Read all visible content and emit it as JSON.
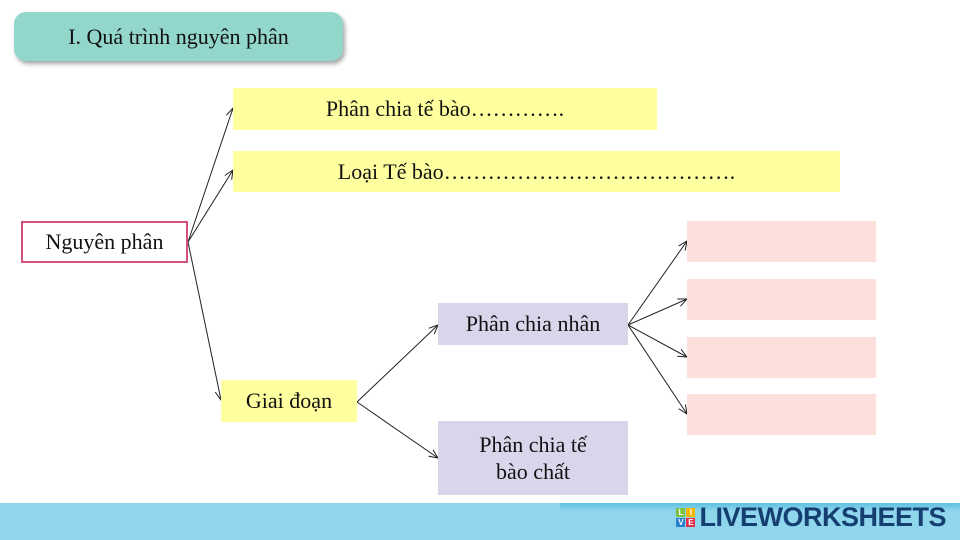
{
  "title": "I. Quá trình nguyên phân",
  "nodes": {
    "root": "Nguyên phân",
    "cell_division": "Phân chia tế bào………….",
    "cell_type": "Loại Tế bào………………………………….",
    "stage": "Giai đoạn",
    "nuclear_division": "Phân chia nhân",
    "cytoplasm_division": "Phân chia tế bào chất",
    "answer_boxes": [
      "",
      "",
      "",
      ""
    ]
  },
  "footer": {
    "brand": "LIVEWORKSHEETS",
    "logo_letters": [
      "L",
      "I",
      "V",
      "E"
    ]
  },
  "colors": {
    "title_bg": "#93d6cc",
    "yellow": "#ffff9f",
    "lavender": "#d9d5ea",
    "pink": "#fde0dc",
    "footer": "#8fd6ec"
  }
}
